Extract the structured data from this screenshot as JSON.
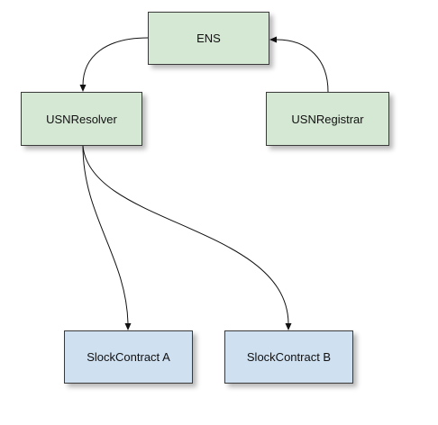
{
  "nodes": {
    "ens": {
      "label": "ENS"
    },
    "usnresolver": {
      "label": "USNResolver"
    },
    "usnregistrar": {
      "label": "USNRegistrar"
    },
    "slock_a": {
      "label": "SlockContract A"
    },
    "slock_b": {
      "label": "SlockContract B"
    }
  },
  "edges": [
    {
      "from": "ENS",
      "to": "USNResolver"
    },
    {
      "from": "USNRegistrar",
      "to": "ENS"
    },
    {
      "from": "USNResolver",
      "to": "SlockContract A"
    },
    {
      "from": "USNResolver",
      "to": "SlockContract B"
    }
  ],
  "colors": {
    "top_node_fill": "#d5e8d4",
    "bottom_node_fill": "#cfe0f1",
    "stroke": "#111111"
  }
}
